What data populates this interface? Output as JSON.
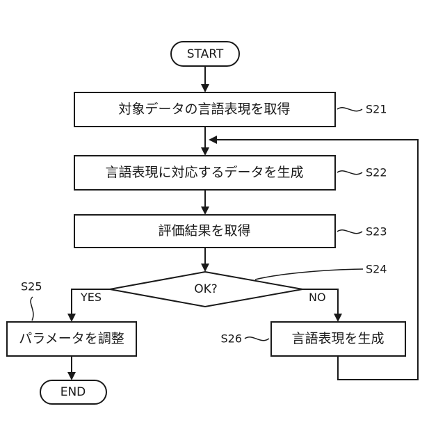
{
  "nodes": {
    "start": "START",
    "acquire_expression": "対象データの言語表現を取得",
    "generate_data": "言語表現に対応するデータを生成",
    "acquire_evaluation": "評価結果を取得",
    "decision": "OK?",
    "adjust_parameters": "パラメータを調整",
    "generate_expression": "言語表現を生成",
    "end": "END"
  },
  "branches": {
    "yes": "YES",
    "no": "NO"
  },
  "step_labels": {
    "s21": "S21",
    "s22": "S22",
    "s23": "S23",
    "s24": "S24",
    "s25": "S25",
    "s26": "S26"
  }
}
